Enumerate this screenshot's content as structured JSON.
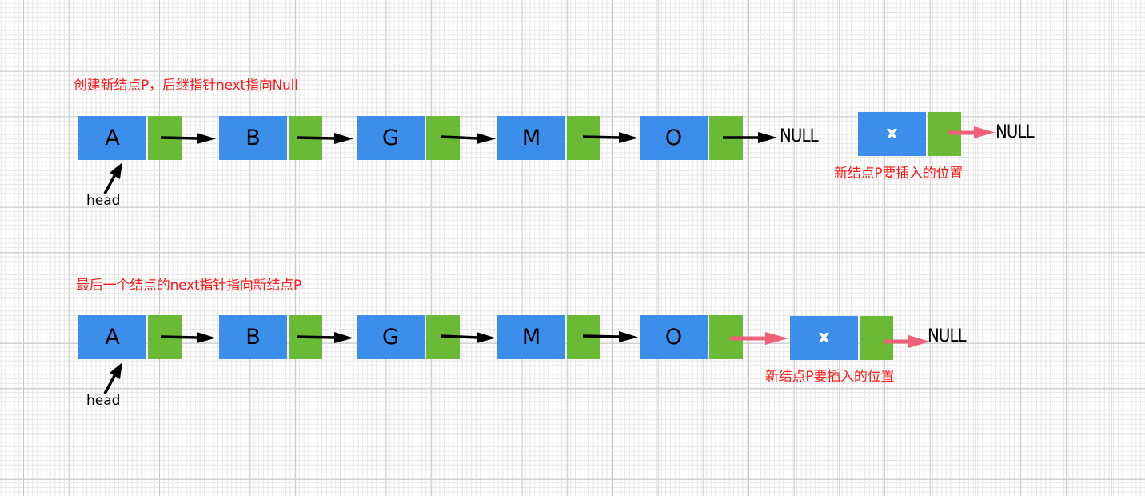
{
  "diagram": {
    "rows": [
      {
        "title": "创建新结点P，后继指针next指向Null",
        "nodes": [
          "A",
          "B",
          "G",
          "M",
          "O"
        ],
        "tail_label": "NULL",
        "head_label": "head",
        "new_node": {
          "value": "x",
          "next_label": "NULL",
          "caption": "新结点P要插入的位置",
          "linked_from_last": false
        }
      },
      {
        "title": "最后一个结点的next指针指向新结点P",
        "nodes": [
          "A",
          "B",
          "G",
          "M",
          "O"
        ],
        "head_label": "head",
        "new_node": {
          "value": "x",
          "next_label": "NULL",
          "caption": "新结点P要插入的位置",
          "linked_from_last": true
        }
      }
    ],
    "colors": {
      "data_cell": "#3b8eea",
      "pointer_cell": "#6aba35",
      "annotation_text": "#ff1a1a",
      "existing_pointer_arrow": "#000000",
      "new_pointer_arrow": "#ef6079"
    }
  }
}
